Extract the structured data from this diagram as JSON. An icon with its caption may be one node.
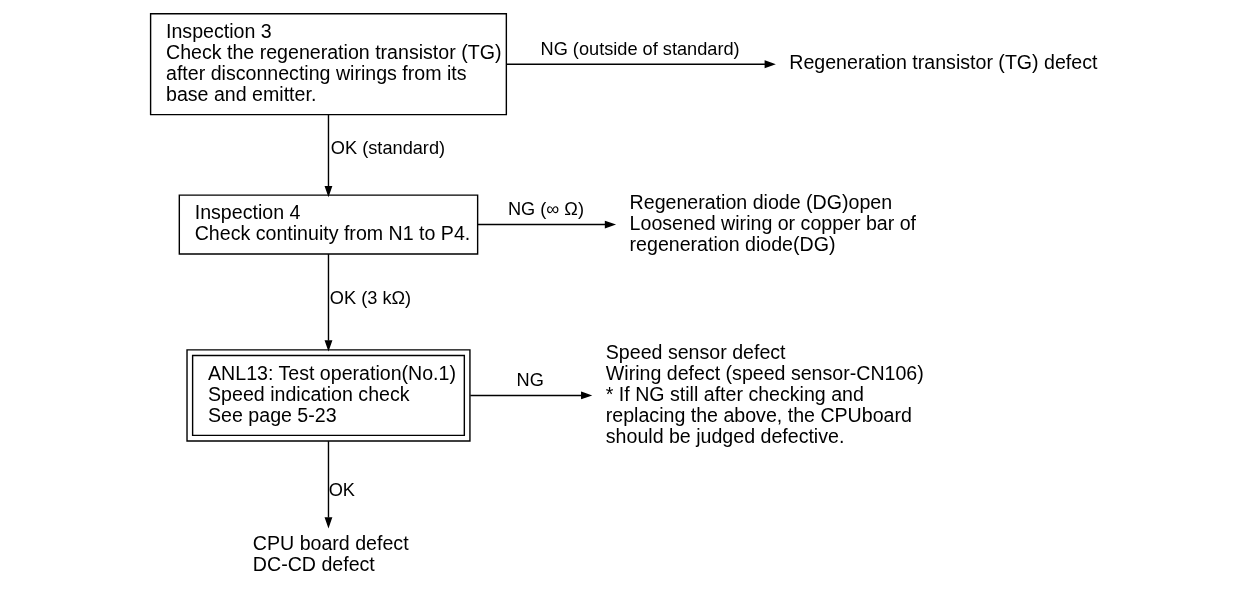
{
  "diagram": {
    "nodes": [
      {
        "text": [
          "Inspection 3",
          "Check the regeneration transistor (TG) after disconnecting wirings from its base and emitter."
        ]
      },
      {
        "text": [
          "Regeneration transistor (TG) defect"
        ]
      },
      {
        "text": [
          "Inspection 4",
          "Check continuity from N1 to P4."
        ]
      },
      {
        "text": [
          "Regeneration diode (DG)open",
          "Loosened wiring or copper bar of regeneration diode(DG)"
        ]
      },
      {
        "text": [
          "ANL13: Test operation(No.1)",
          "Speed indication check",
          "See page 5-23"
        ]
      },
      {
        "text": [
          "Speed sensor defect",
          "Wiring defect (speed sensor-CN106)",
          "* If NG still after checking and replacing the above, the CPUboard should be judged defective."
        ]
      },
      {
        "text": [
          "CPU board defect",
          "DC-CD defect"
        ]
      }
    ],
    "edges": [
      {
        "from": 0,
        "to": 1,
        "arrow": "to",
        "label": "NG (outside of standard)"
      },
      {
        "from": 0,
        "to": 2,
        "arrow": "to",
        "label": "OK (standard)"
      },
      {
        "from": 2,
        "to": 3,
        "arrow": "to",
        "label": "NG (∞ Ω)"
      },
      {
        "from": 2,
        "to": 4,
        "arrow": "to",
        "label": "OK (3 kΩ)"
      },
      {
        "from": 4,
        "to": 5,
        "arrow": "to",
        "label": "NG"
      },
      {
        "from": 4,
        "to": 6,
        "arrow": "to",
        "label": "OK"
      }
    ]
  }
}
